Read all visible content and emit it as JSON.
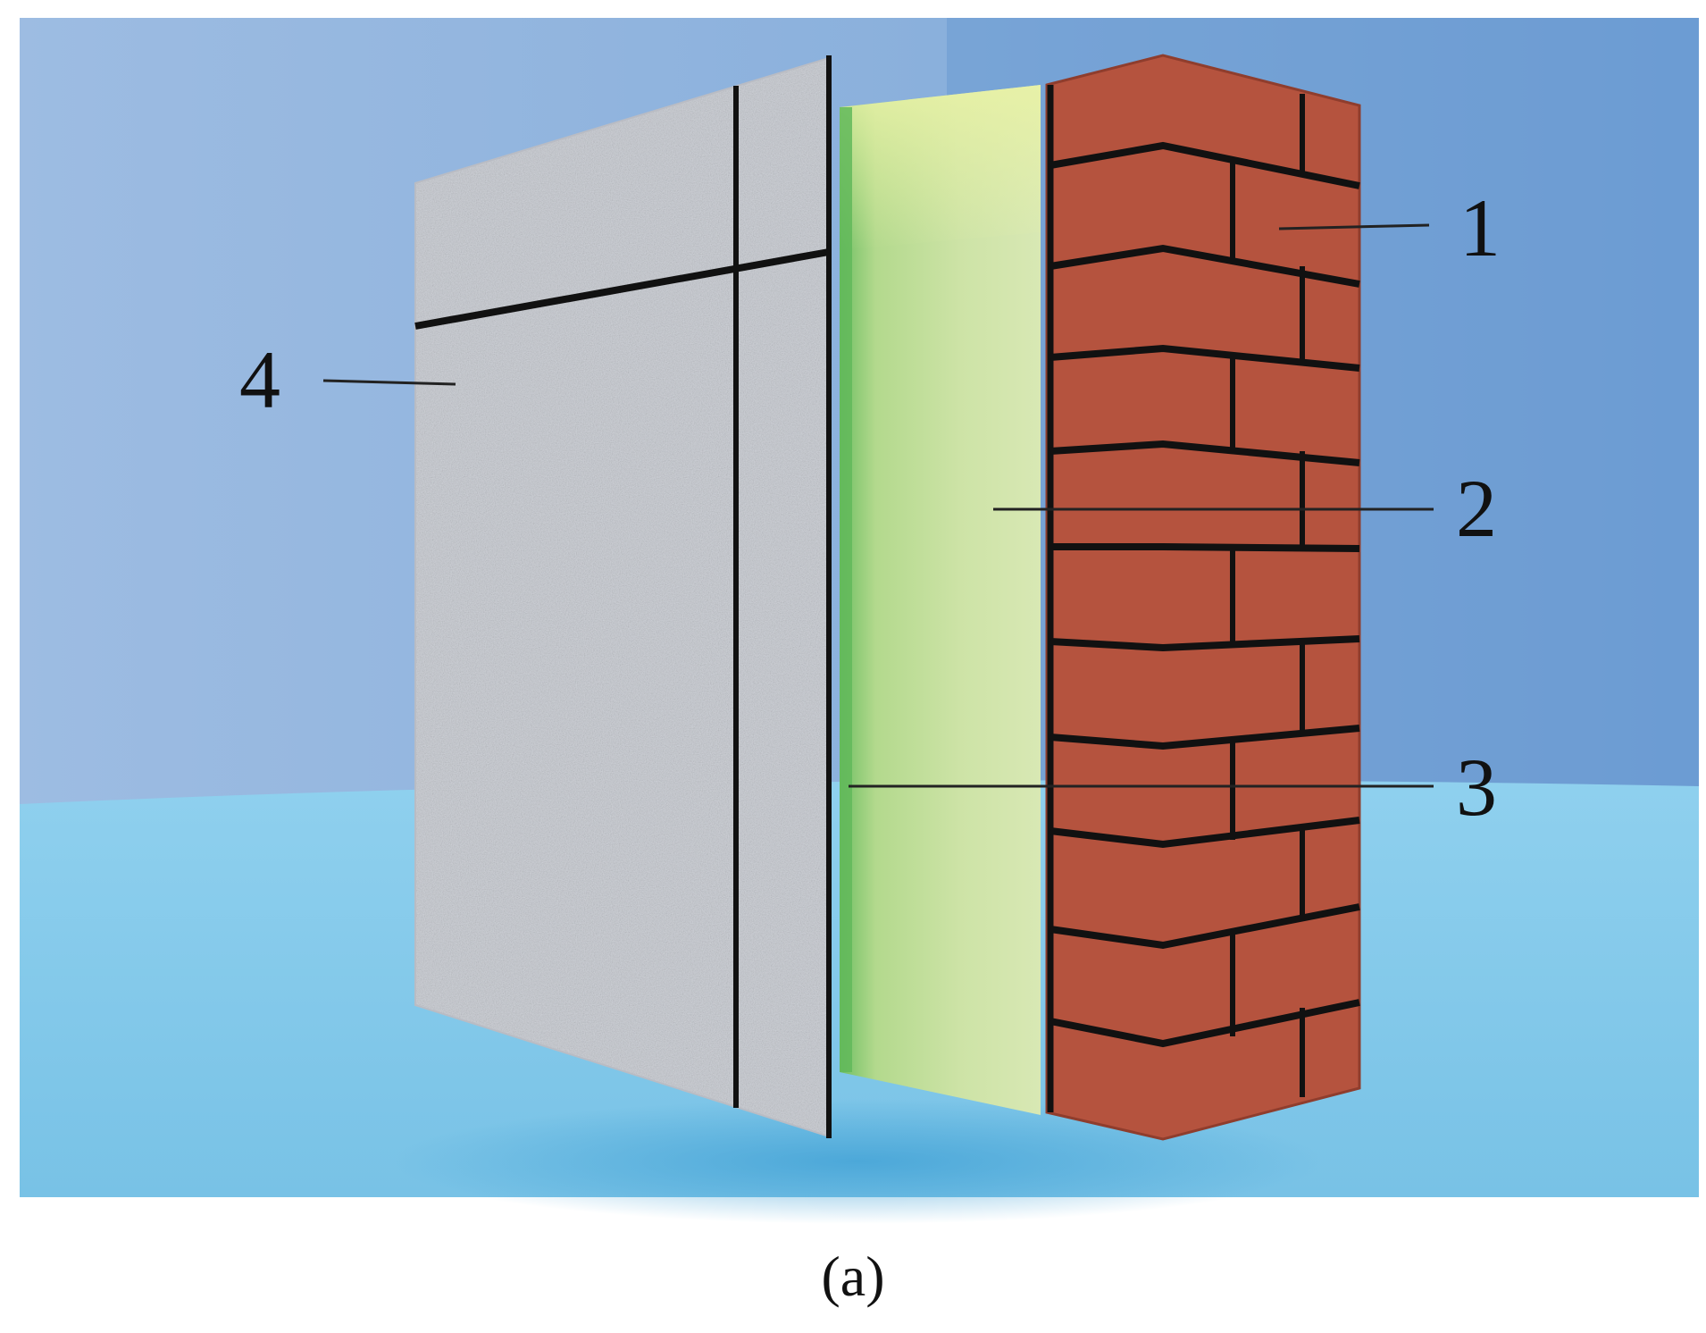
{
  "labels": {
    "brick_wall": "1",
    "insulation_layer": "2",
    "adhesive_layer": "3",
    "render_panel": "4"
  },
  "caption": "(a)",
  "colors": {
    "background_upper": "#8fb3dc",
    "background_right": "#5f91cf",
    "floor": "#7ec4e8",
    "render_panel": "#c9ccd3",
    "insulation": "#c8df9a",
    "insulation_edge": "#74c06a",
    "brick": "#b5533e",
    "mortar": "#111111"
  }
}
